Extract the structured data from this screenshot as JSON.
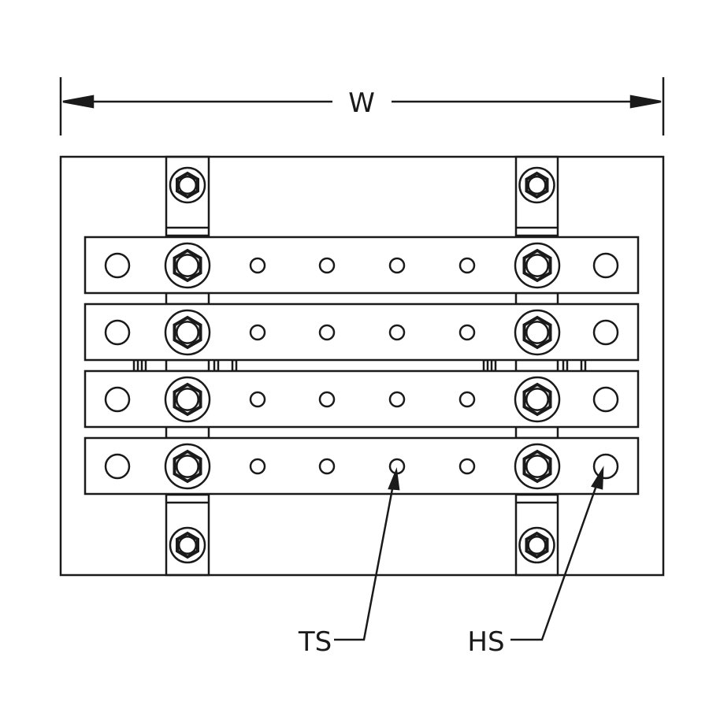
{
  "dimension_label": "W",
  "callouts": {
    "ts": "TS",
    "hs": "HS"
  },
  "bus_bars": 4,
  "stroke_color": "#1a1a1a"
}
